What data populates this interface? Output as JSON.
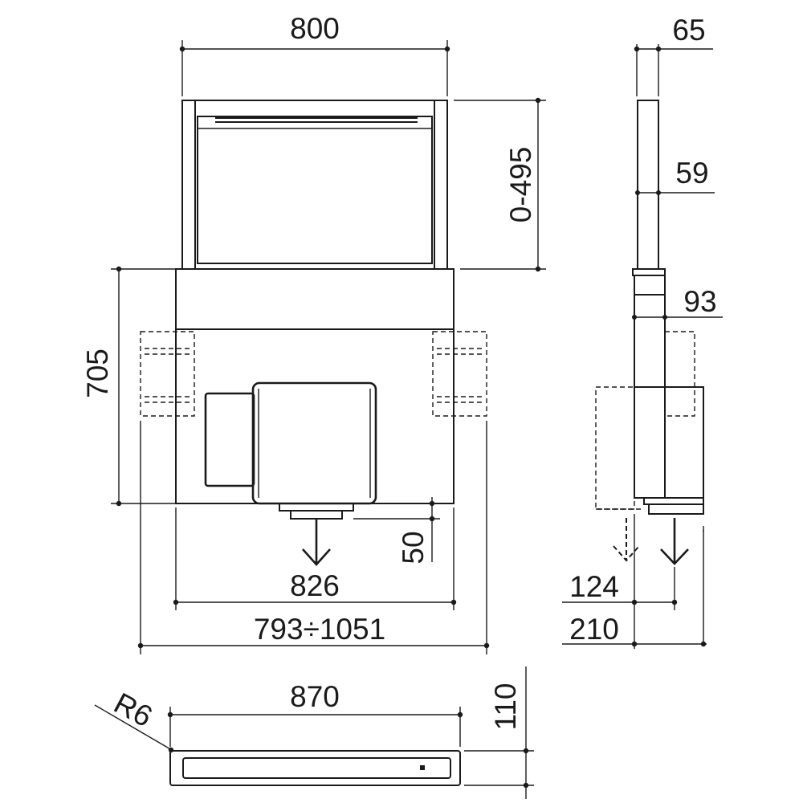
{
  "front_view": {
    "width_top": "800",
    "stroke_range": "0-495",
    "height_body": "705",
    "outlet_offset": "50",
    "width_bottom": "826",
    "fixing_range": "793÷1051"
  },
  "side_view": {
    "depth_top": "65",
    "panel_depth": "59",
    "neck_depth": "93",
    "outlet_offset_1": "124",
    "outlet_offset_2": "210"
  },
  "top_view": {
    "corner_radius": "R6",
    "width": "870",
    "depth": "110"
  },
  "colors": {
    "line": "#1a1a1a",
    "background": "#ffffff"
  }
}
